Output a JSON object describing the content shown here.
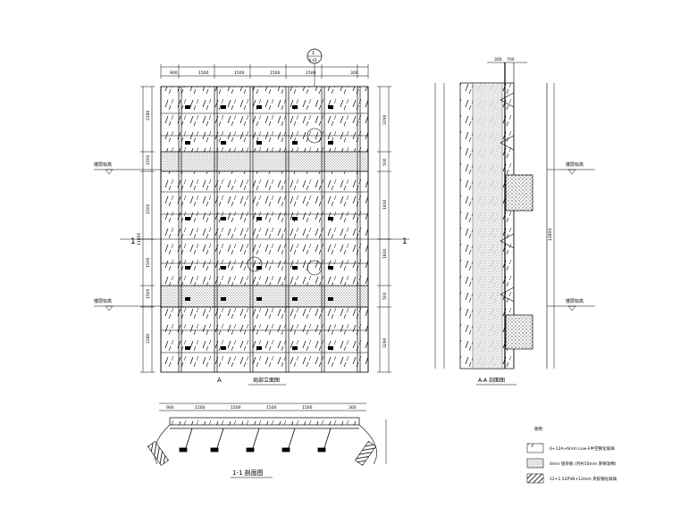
{
  "drawing": {
    "elevation": {
      "title": "局部立面图",
      "axis_label": "A",
      "axis_mark_top": "1",
      "axis_mark_left": "1",
      "axis_mark_right": "1",
      "callout_top": "1",
      "callout_top_sub": "E-01",
      "floor_label_upper": "楼层标高",
      "floor_label_lower": "楼层标高",
      "top_dims": [
        "900",
        "1500",
        "1500",
        "1500",
        "1500",
        "300"
      ],
      "left_dims": [
        "2280",
        "1500",
        "1500",
        "1500",
        "1500",
        "2280"
      ],
      "right_dims": [
        "3290",
        "500",
        "1830",
        "1830",
        "500",
        "3290"
      ],
      "total_height": "11800"
    },
    "section_aa": {
      "title": "A-A 剖面图",
      "floor_label_upper": "楼层标高",
      "floor_label_lower": "楼层标高",
      "top_dims": [
        "300",
        "700"
      ],
      "total_height": "11800"
    },
    "section_11": {
      "title": "1-1 剖面图",
      "dims": [
        "900",
        "1500",
        "1500",
        "1500",
        "1500",
        "300"
      ]
    },
    "legend": {
      "title": "图例",
      "items": [
        {
          "text": "6+12A+6mm Low-E中空钢化玻璃",
          "pattern": "hatch"
        },
        {
          "text": "4mm 铝单板 (内衬50mm 厚保温棉)",
          "pattern": "dots"
        },
        {
          "text": "12+1.52PVB+12mm 夹胶钢化玻璃",
          "pattern": "bold-hatch"
        }
      ]
    }
  }
}
